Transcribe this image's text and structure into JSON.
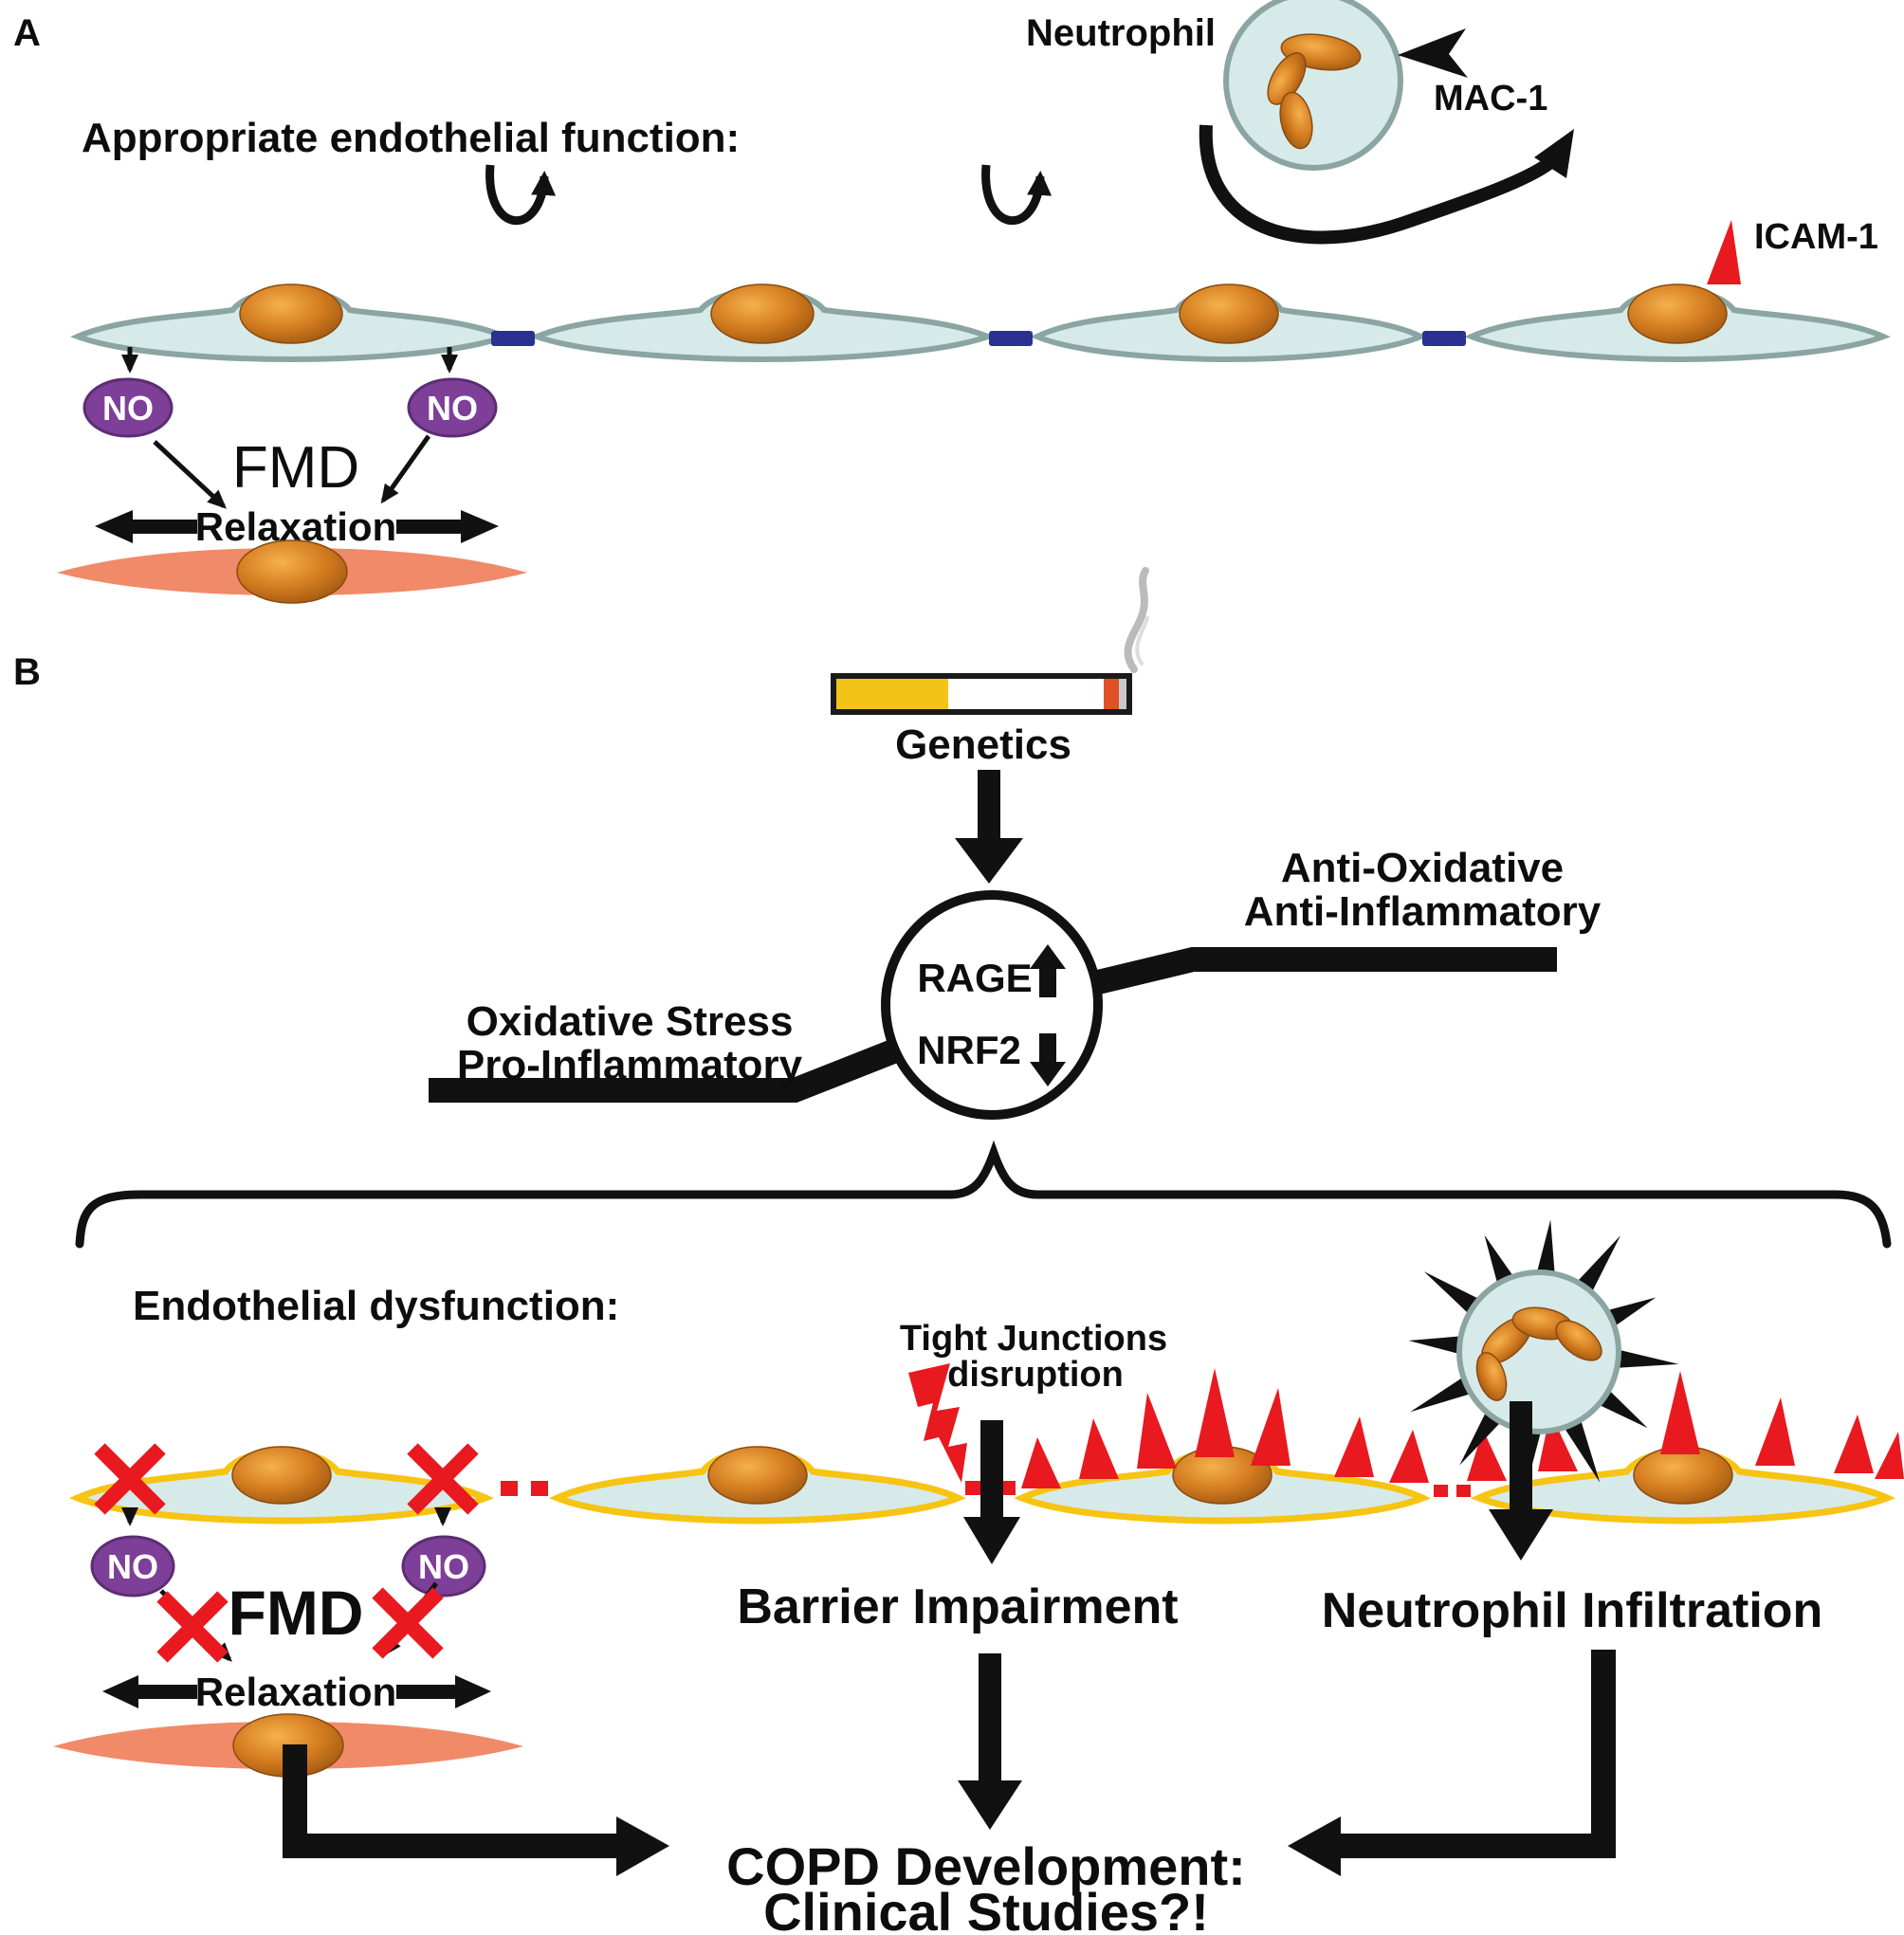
{
  "panel_a": {
    "label": "A",
    "title": "Appropriate endothelial function:",
    "neutrophil_label": "Neutrophil",
    "mac1_label": "MAC-1",
    "icam1_label": "ICAM-1",
    "no_label": "NO",
    "fmd_label": "FMD",
    "relaxation_label": "Relaxation"
  },
  "panel_b": {
    "label": "B",
    "genetics_label": "Genetics",
    "rage_label": "RAGE",
    "nrf2_label": "NRF2",
    "seesaw_left_lines": [
      "Oxidative Stress",
      "Pro-Inflammatory"
    ],
    "seesaw_right_lines": [
      "Anti-Oxidative",
      "Anti-Inflammatory"
    ],
    "dysfunction_title": "Endothelial dysfunction:",
    "tight_junction_lines": [
      "Tight Junctions",
      "disruption"
    ],
    "no_label": "NO",
    "fmd_label": "FMD",
    "relaxation_label": "Relaxation",
    "barrier_label": "Barrier Impairment",
    "infiltration_label": "Neutrophil Infiltration",
    "copd_lines": [
      "COPD Development:",
      "Clinical Studies?!"
    ]
  },
  "icons": {
    "no_molecule": "no-molecule-oval",
    "tight_junction": "tight-junction-bar",
    "icam1_receptor": "icam1-spike-icon",
    "mac1_receptor": "mac1-receptor-icon",
    "lightning": "lightning-bolt-icon",
    "cigarette": "cigarette-icon",
    "rage_up": "up-arrow-icon",
    "nrf2_down": "down-arrow-icon"
  },
  "colors": {
    "background": "#ffffff",
    "cell_fill": "#d6eaea",
    "cell_stroke_normal": "#8ba5a2",
    "cell_stroke_dysfunction": "#f7c413",
    "nucleus_orange": "#d27b1f",
    "junction_blue": "#2b3190",
    "no_purple": "#7d3f98",
    "alert_red": "#e8191f",
    "muscle_salmon": "#f18a68",
    "ink_black": "#111111",
    "cigarette_yellow": "#f2c318",
    "smoke_gray": "#bbbbbb"
  }
}
